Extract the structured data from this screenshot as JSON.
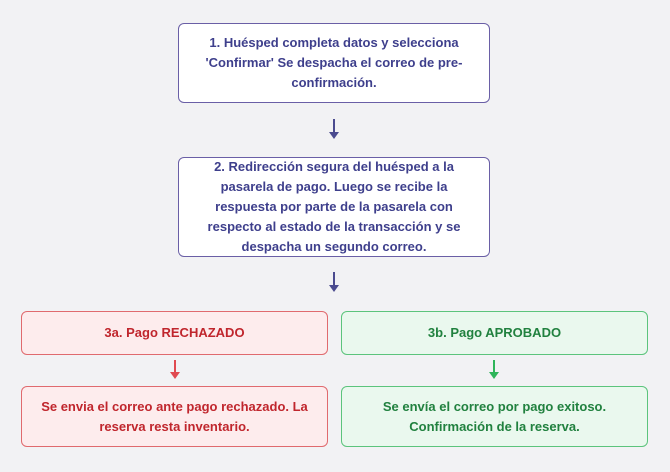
{
  "diagram": {
    "step1": {
      "text": "1. Huésped completa datos y selecciona 'Confirmar' Se despacha el correo de pre-confirmación."
    },
    "step2": {
      "text": "2. Redirección segura del huésped a la pasarela de pago. Luego se recibe la respuesta por parte de la pasarela con respecto al estado de la transacción y se despacha un segundo correo."
    },
    "step3a": {
      "text": "3a. Pago RECHAZADO"
    },
    "step3b": {
      "text": "3b. Pago APROBADO"
    },
    "step4a": {
      "text": "Se envia el correo ante pago rechazado. La reserva resta inventario."
    },
    "step4b": {
      "text": "Se envía el correo por pago exitoso. Confirmación de la reserva."
    }
  },
  "colors": {
    "background": "#f2f2f4",
    "neutral_border": "#6a5fa6",
    "neutral_text": "#3e3f8c",
    "neutral_arrow": "#4b4b8f",
    "reject_fill": "#fdeced",
    "reject_border": "#e06a6e",
    "reject_text": "#c0262d",
    "reject_arrow": "#e04a50",
    "approve_fill": "#eaf8ee",
    "approve_border": "#5cc47c",
    "approve_text": "#21813f",
    "approve_arrow": "#2fb55a"
  }
}
